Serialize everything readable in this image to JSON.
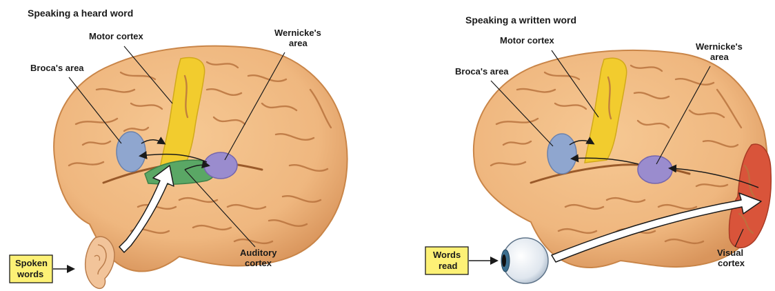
{
  "colors": {
    "brain": "#efb77f",
    "brain_shadow": "#d9955c",
    "sulcus": "#b8733e",
    "motor": "#f2cc2e",
    "broca": "#8fa6cf",
    "wernicke": "#9a8cce",
    "auditory": "#5aa765",
    "visual": "#d9543a",
    "label_box": "#fdf176",
    "arrow_fill": "#ffffff"
  },
  "left": {
    "title": "Speaking a heard word",
    "motor_label": "Motor cortex",
    "broca_label": "Broca's area",
    "wernicke_label_1": "Wernicke's",
    "wernicke_label_2": "area",
    "auditory_label_1": "Auditory",
    "auditory_label_2": "cortex",
    "input_label_1": "Spoken",
    "input_label_2": "words",
    "input_icon": "ear-icon"
  },
  "right": {
    "title": "Speaking a written word",
    "motor_label": "Motor cortex",
    "broca_label": "Broca's area",
    "wernicke_label_1": "Wernicke's",
    "wernicke_label_2": "area",
    "visual_label_1": "Visual",
    "visual_label_2": "cortex",
    "input_label_1": "Words",
    "input_label_2": "read",
    "input_icon": "eye-icon"
  }
}
